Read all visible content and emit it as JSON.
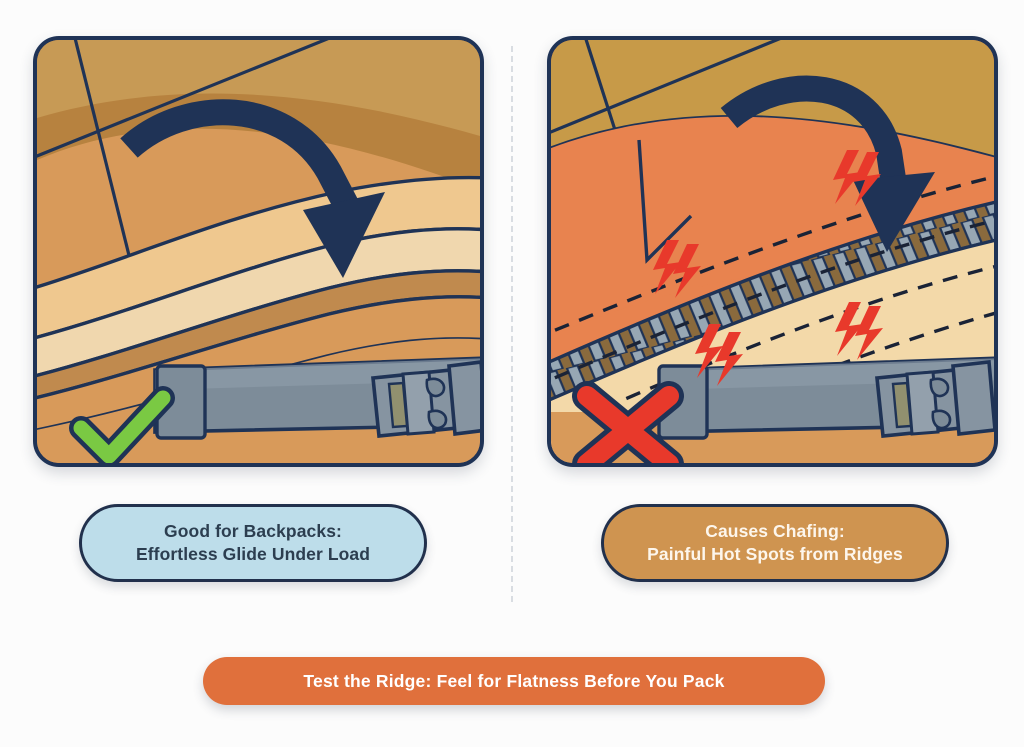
{
  "background_color": "#fcfcfc",
  "layout": {
    "divider_style": "vertical-dashed",
    "divider_color": "#d9dde2"
  },
  "panels": {
    "left": {
      "name": "good-example-illustration",
      "alt": "Flat smooth backpack fabric layers gliding under a shoulder strap with buckle",
      "verdict_icon": "check-icon",
      "verdict_color": "#7ac943",
      "arrow_icon": "curved-down-arrow-icon",
      "arrow_color": "#1f3356",
      "colors": {
        "body": "#d89a5a",
        "top_band": "#b7823f",
        "fabric_light": "#f0d7ae",
        "fabric_mid": "#efc88f",
        "fabric_dark": "#c08a4e",
        "strap": "#7d8c99",
        "outline": "#1f3356"
      }
    },
    "right": {
      "name": "bad-example-illustration",
      "alt": "Ridged zipper teeth under an orange panel causing hot spots, with red warning bolts",
      "verdict_icon": "cross-icon",
      "verdict_color": "#e8392b",
      "arrow_icon": "curved-down-arrow-icon",
      "arrow_color": "#1f3356",
      "warning_icon": "lightning-bolt-icon",
      "warning_color": "#e8392b",
      "warning_count": 4,
      "colors": {
        "body": "#e8834f",
        "top_band": "#c79a48",
        "fabric_light": "#f3d9a9",
        "zipper_teeth": "#97a7b4",
        "zipper_gap": "#8a6a3d",
        "strap": "#7d8c99",
        "outline": "#1f3356"
      }
    }
  },
  "captions": {
    "left": {
      "line1": "Good for Backpacks:",
      "line2": "Effortless Glide Under Load",
      "background": "#bdddea",
      "text_color": "#2c3e50",
      "border_color": "#21304c"
    },
    "right": {
      "line1": "Causes Chafing:",
      "line2": "Painful Hot Spots from Ridges",
      "background": "#cf9450",
      "text_color": "#fdf6ec",
      "border_color": "#21304c"
    }
  },
  "banner": {
    "text": "Test the Ridge: Feel for Flatness Before You Pack",
    "background": "#e0703c",
    "text_color": "#ffffff"
  }
}
